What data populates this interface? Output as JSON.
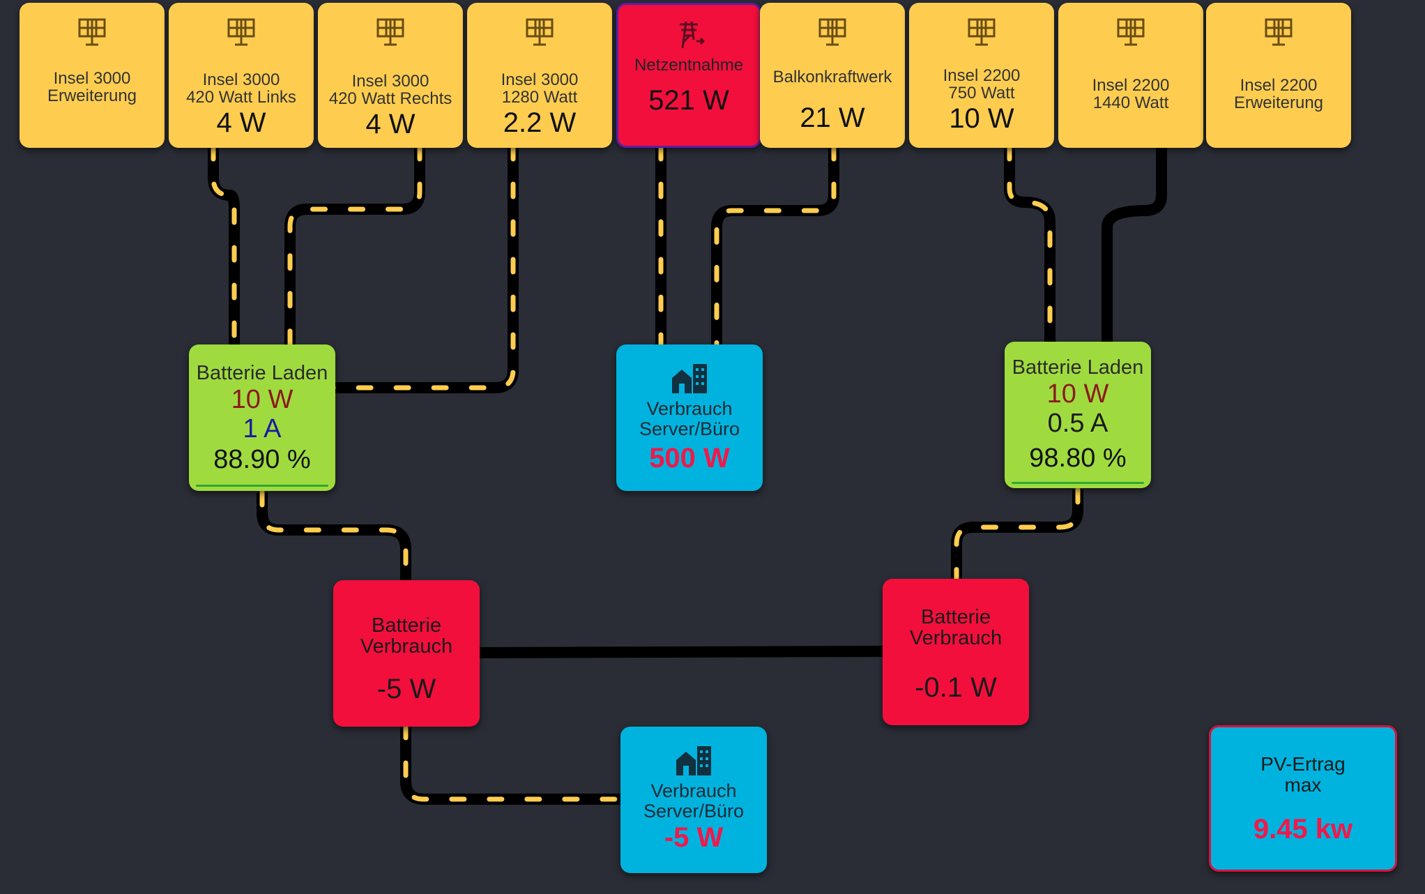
{
  "colors": {
    "background": "#2a2d36",
    "solar": "#fecd50",
    "grid": "#f20f3c",
    "battery": "#9fdb3f",
    "consumer": "#00b3de",
    "flow_line": "#000000",
    "flow_dash": "#fecd50"
  },
  "solar_tiles": [
    {
      "label": "Insel 3000\nErweiterung",
      "power": "",
      "icon": "solar-panel-icon"
    },
    {
      "label": "Insel 3000\n420 Watt Links",
      "power": "4 W",
      "icon": "solar-panel-icon"
    },
    {
      "label": "Insel 3000\n420 Watt Rechts",
      "power": "4 W",
      "icon": "solar-panel-icon"
    },
    {
      "label": "Insel 3000\n1280 Watt",
      "power": "2.2 W",
      "icon": "solar-panel-icon"
    },
    {
      "label": "Balkonkraftwerk",
      "power": "21 W",
      "icon": "solar-panel-icon"
    },
    {
      "label": "Insel 2200\n750 Watt",
      "power": "10 W",
      "icon": "solar-panel-icon"
    },
    {
      "label": "Insel 2200\n1440 Watt",
      "power": "",
      "icon": "solar-panel-icon"
    },
    {
      "label": "Insel 2200\nErweiterung",
      "power": "",
      "icon": "solar-panel-icon"
    }
  ],
  "grid": {
    "label": "Netzentnahme",
    "power": "521 W",
    "icon": "transmission-tower-icon"
  },
  "battery_left": {
    "label": "Batterie Laden",
    "power": "10 W",
    "current": "1 A",
    "current_color": "#1a1aa0",
    "soc": "88.90 %"
  },
  "battery_right": {
    "label": "Batterie Laden",
    "power": "10 W",
    "current": "0.5 A",
    "current_color": "#1a1a1a",
    "soc": "98.80 %"
  },
  "consumer_top": {
    "label": "Verbrauch\nServer/Büro",
    "power": "500 W",
    "icon": "home-building-icon"
  },
  "consumer_bottom": {
    "label": "Verbrauch\nServer/Büro",
    "power": "-5 W",
    "icon": "home-building-icon"
  },
  "battery_drain_left": {
    "label": "Batterie\nVerbrauch",
    "power": "-5 W"
  },
  "battery_drain_right": {
    "label": "Batterie\nVerbrauch",
    "power": "-0.1 W"
  },
  "pv_max": {
    "label": "PV-Ertrag\nmax",
    "power": "9.45 kw"
  }
}
